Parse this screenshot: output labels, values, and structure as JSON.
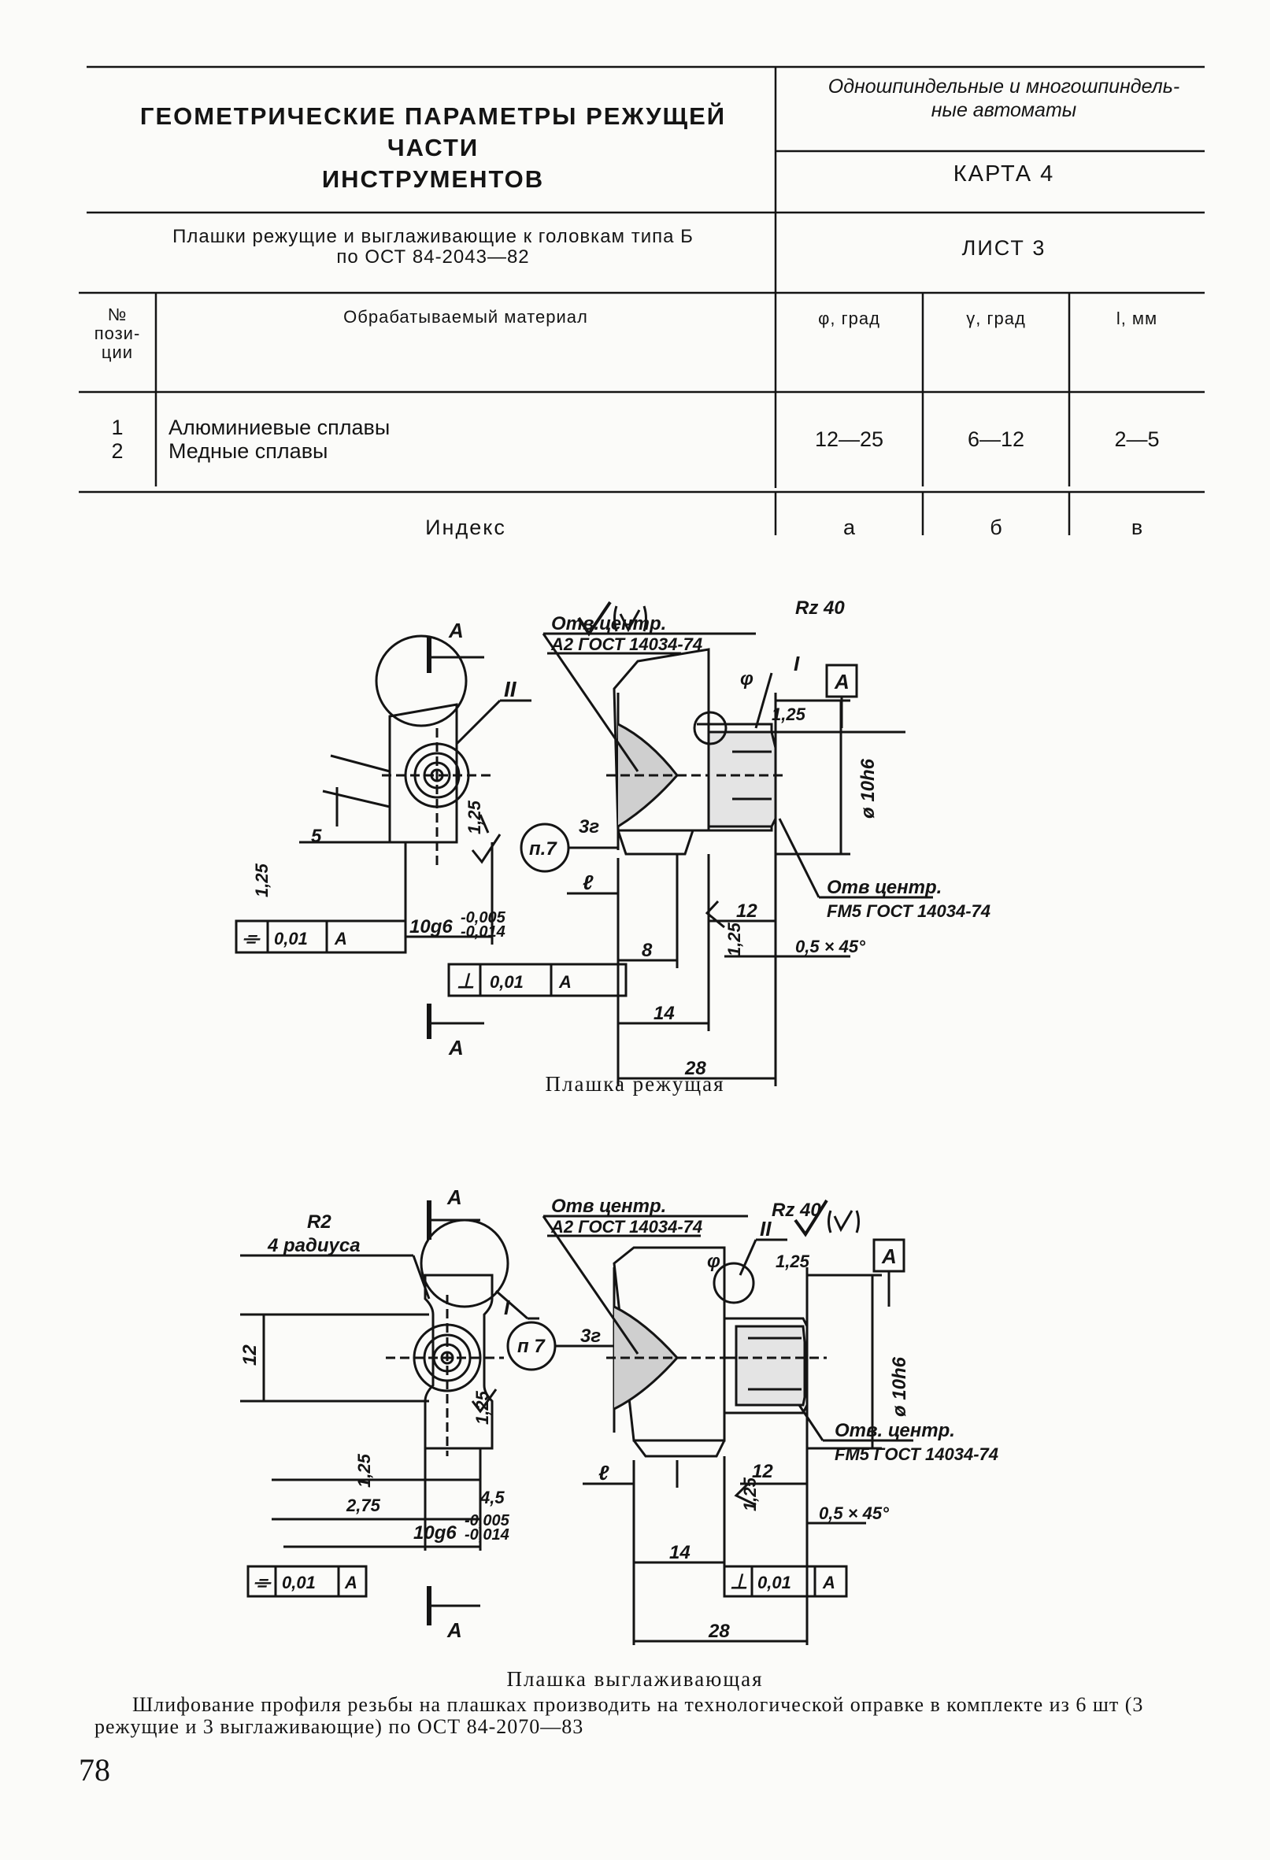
{
  "header": {
    "title_line1": "ГЕОМЕТРИЧЕСКИЕ ПАРАМЕТРЫ РЕЖУЩЕЙ ЧАСТИ",
    "title_line2": "ИНСТРУМЕНТОВ",
    "machine_line1": "Одношпиндельные и многошпиндель-",
    "machine_line2": "ные автоматы",
    "card": "КАРТА 4",
    "subtitle_line1": "Плашки режущие и выглаживающие к головкам типа Б",
    "subtitle_line2": "по ОСТ 84-2043—82",
    "sheet": "ЛИСТ 3"
  },
  "table": {
    "headers": {
      "pos_line1": "№",
      "pos_line2": "пози-",
      "pos_line3": "ции",
      "material": "Обрабатываемый материал",
      "phi": "φ, град",
      "gamma": "γ, град",
      "l": "l, мм"
    },
    "rows": {
      "pos_line1": "1",
      "pos_line2": "2",
      "material_line1": "Алюминиевые сплавы",
      "material_line2": "Медные сплавы",
      "phi": "12—25",
      "gamma": "6—12",
      "l": "2—5"
    },
    "index": {
      "label": "Индекс",
      "phi": "а",
      "gamma": "б",
      "l": "в"
    }
  },
  "drawing1": {
    "caption": "Плашка режущая",
    "section": "А",
    "roughness": "Rz 40",
    "datum": "А",
    "center_hole_top_1": "Отв.центр.",
    "center_hole_top_2": "А2 ГОСТ 14034-74",
    "center_hole_bot_1": "Отв центр.",
    "center_hole_bot_2": "FM5 ГОСТ 14034-74",
    "view_label": "II",
    "detail_label": "I",
    "phi": "φ",
    "angle_note": "3г",
    "note_ref": "п.7",
    "l_sym": "ℓ",
    "dim_125": "1,25",
    "dim_5": "5",
    "dim_8": "8",
    "dim_12": "12",
    "dim_14": "14",
    "dim_28": "28",
    "dia": "ø 10h6",
    "width": "10g6",
    "tol_up": "-0,005",
    "tol_dn": "-0,014",
    "chamfer": "0,5 × 45°",
    "sym_tol": "0,01",
    "perp_tol": "0,01"
  },
  "drawing2": {
    "caption": "Плашка выглаживающая",
    "section": "А",
    "roughness": "Rz 40",
    "datum": "А",
    "radius": "R2",
    "radius_note": "4 радиуса",
    "center_hole_top_1": "Отв центр.",
    "center_hole_top_2": "А2 ГОСТ 14034-74",
    "center_hole_bot_1": "Отв. центр.",
    "center_hole_bot_2": "FM5 ГОСТ 14034-74",
    "view_label": "II",
    "detail_label": "I",
    "phi": "φ",
    "angle_note": "3г",
    "note_ref": "п 7",
    "l_sym": "ℓ",
    "dim_125": "1,25",
    "dim_12": "12",
    "dim_45": "4,5",
    "dim_275": "2,75",
    "dim_14": "14",
    "dim_28": "28",
    "dia": "ø 10h6",
    "width": "10g6",
    "tol_up": "-0,005",
    "tol_dn": "-0,014",
    "chamfer": "0,5 × 45°",
    "sym_tol": "0,01",
    "perp_tol": "0,01"
  },
  "note": "Шлифование профиля резьбы на плашках производить на технологической оправке в комплекте из 6 шт (3 режущие и 3 выглаживающие) по ОСТ 84-2070—83",
  "page_number": "78"
}
